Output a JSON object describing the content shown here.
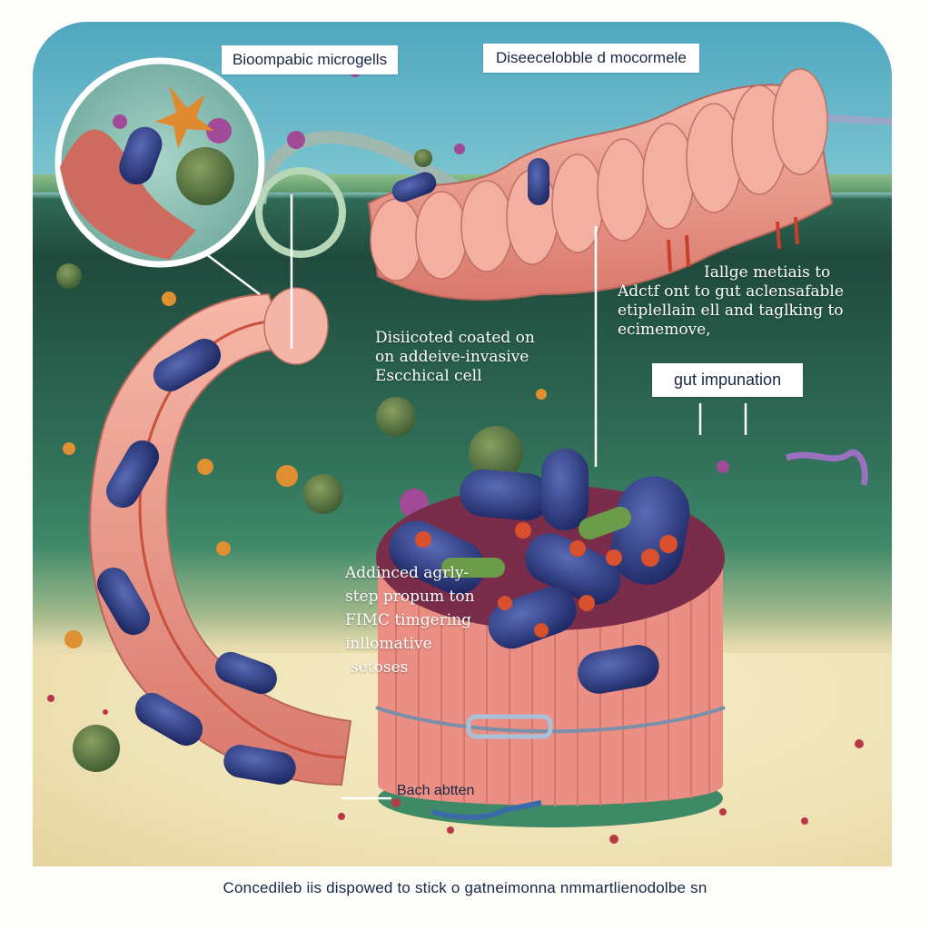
{
  "labels": {
    "top_left": "Bioompabic microgells",
    "top_right": "Diseecelobble d mocormele",
    "gut_box": "gut impunation",
    "bottom_small": "Bach abtten"
  },
  "annotations": {
    "right_block": [
      "Iallge metiais to",
      "Adctf ont to gut aclensafable",
      "etiplellain ell and taglking to",
      "ecimemove,"
    ],
    "middle_block": [
      "Disiicoted coated on",
      "on addeive-invasive",
      "Escchical cell"
    ],
    "lower_block": [
      "Addinced agrly-",
      "step propum ton",
      "FIMC timgering",
      "inllomative",
      "setoses"
    ]
  },
  "caption": "Concedileb iis dispowed to stick o gatneimonna nmmartlienodolbe sn",
  "colors": {
    "sky": "#6bb9cc",
    "tissue": "#e8968a",
    "bacteria": "#2f3f86",
    "background_green": "#2f6d57",
    "floor": "#f2e6bd",
    "label_text": "#1a2744"
  }
}
